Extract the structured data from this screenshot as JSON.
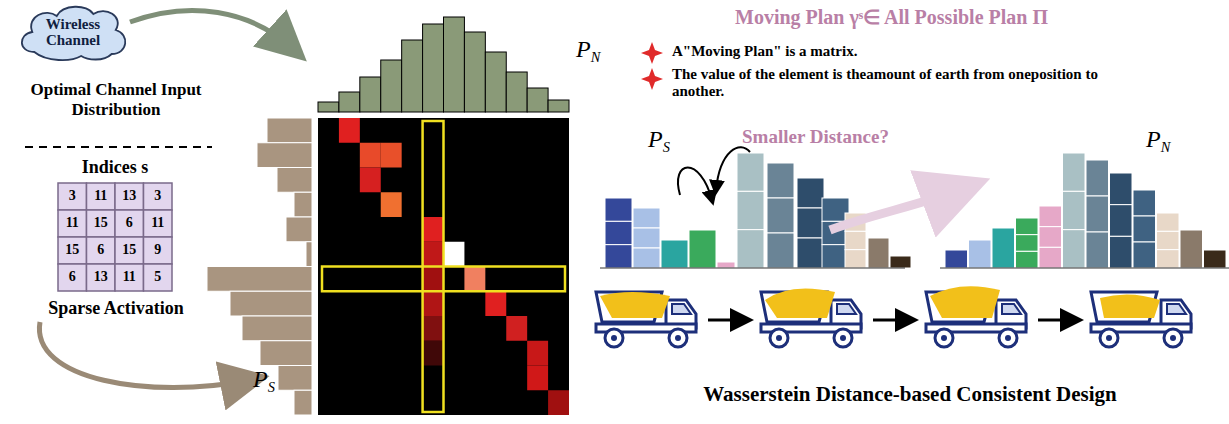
{
  "diagram": {
    "caption": "Wasserstein Distance-based Consistent Design",
    "nodes": [
      {
        "text": [
          "Wireless Channel"
        ]
      }
    ],
    "labels": [
      "PN",
      "Optimal Channel Input Distribution",
      "Indices s",
      "3",
      "11",
      "13",
      "3",
      "11",
      "15",
      "6",
      "11",
      "15",
      "6",
      "15",
      "9",
      "6",
      "13",
      "11",
      "5",
      "Sparse Activation",
      "PS",
      "Moving Plan γˢ∈ All Possible Plan Π",
      "A\"Moving Plan\" is a matrix.",
      "The value of the element is theamount of earth from oneposition to another.",
      "PS",
      "Smaller Distance?",
      "PN"
    ]
  }
}
